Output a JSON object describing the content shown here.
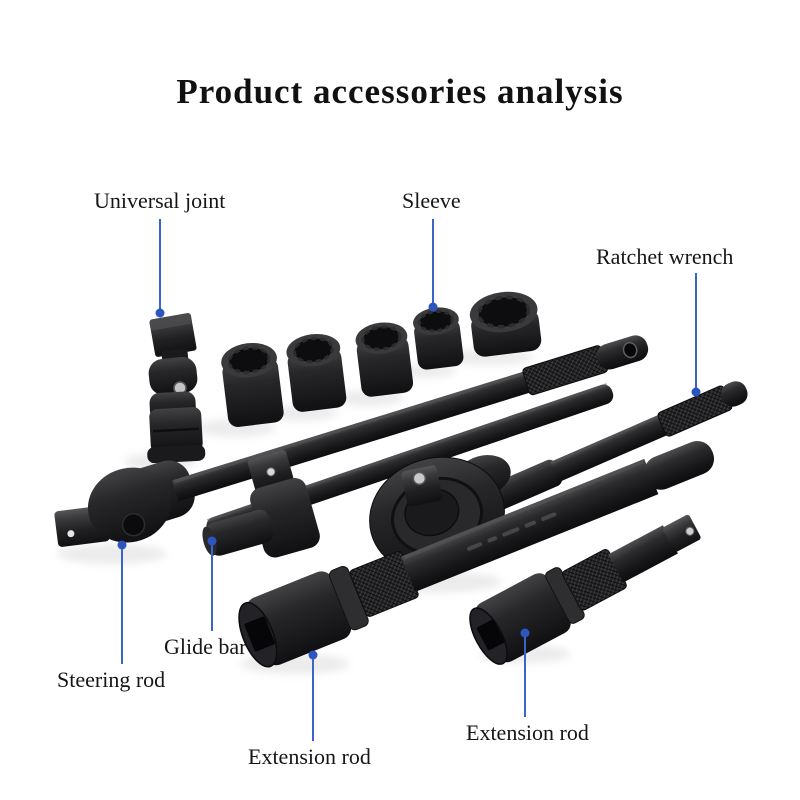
{
  "title": "Product accessories analysis",
  "labels": [
    {
      "name": "universal-joint",
      "text": "Universal joint"
    },
    {
      "name": "sleeve",
      "text": "Sleeve"
    },
    {
      "name": "ratchet-wrench",
      "text": "Ratchet wrench"
    },
    {
      "name": "glide-bar",
      "text": "Glide bar"
    },
    {
      "name": "steering-rod",
      "text": "Steering rod"
    },
    {
      "name": "extension-rod-front",
      "text": "Extension rod"
    },
    {
      "name": "extension-rod-right",
      "text": "Extension rod"
    }
  ],
  "colors": {
    "line_blue": "#3a64c8",
    "dot_blue": "#2d55c0",
    "label_text": "#161616",
    "title_text": "#111111",
    "background": "#ffffff"
  }
}
